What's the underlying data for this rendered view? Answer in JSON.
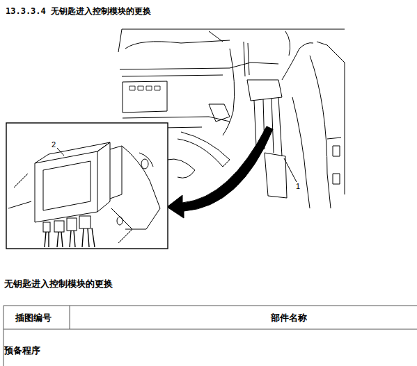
{
  "diagram": {
    "title": "13.3.3.4 无钥匙进入控制模块的更换",
    "caption": "无钥匙进入控制模块的更换",
    "labels": [
      "1",
      "2",
      "插图编号",
      "部件名称",
      "预备程序"
    ]
  }
}
